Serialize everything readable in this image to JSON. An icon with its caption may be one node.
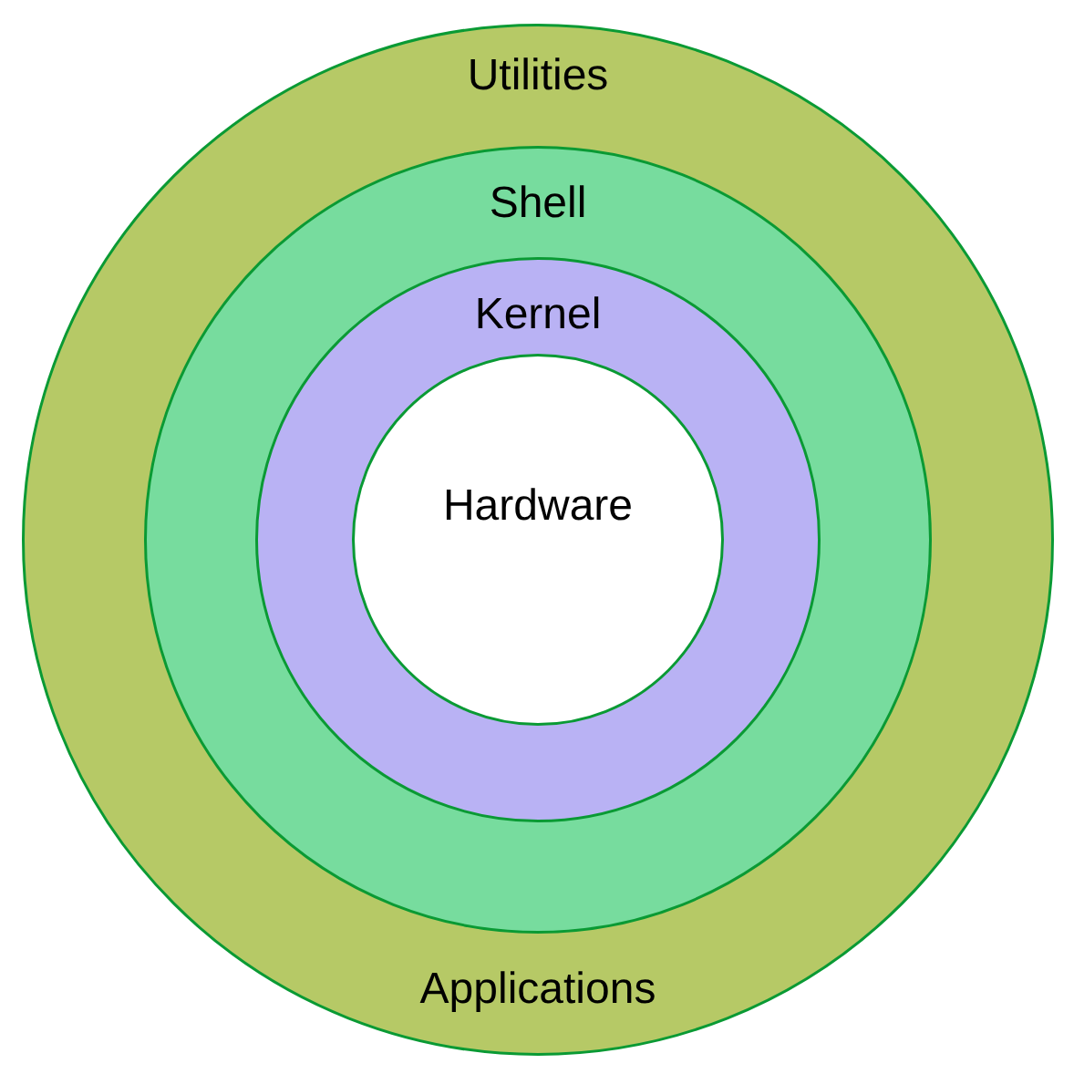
{
  "diagram": {
    "nodes": [
      {
        "text": [
          "Utilities",
          "Applications"
        ]
      },
      {
        "text": [
          "Shell"
        ],
        "in": 0
      },
      {
        "text": [
          "Kernel"
        ],
        "in": 1
      },
      {
        "text": [
          "Hardware"
        ],
        "in": 2
      }
    ]
  }
}
